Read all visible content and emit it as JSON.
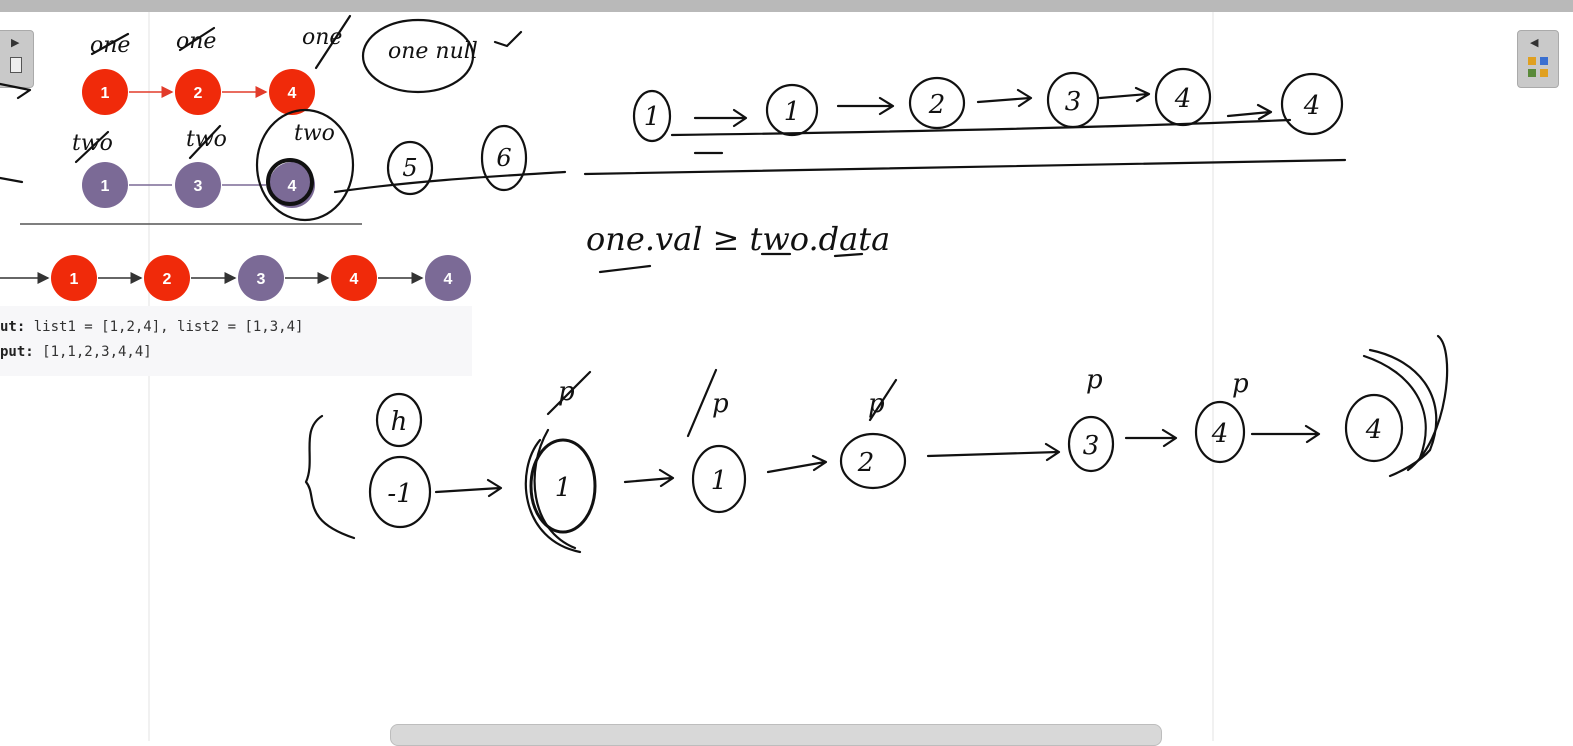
{
  "code_block": {
    "line1_label": "ut:",
    "line1_value": " list1 = [1,2,4], list2 = [1,3,4]",
    "line2_label": "put:",
    "line2_value": " [1,1,2,3,4,4]"
  },
  "list1_nodes": [
    "1",
    "2",
    "4"
  ],
  "list2_nodes": [
    "1",
    "3",
    "4"
  ],
  "merged_nodes": [
    "1",
    "2",
    "3",
    "4",
    "4"
  ],
  "colors": {
    "red_node": "#f02a0a",
    "purple_node": "#7b6a96",
    "red_arrow": "#e23b2a",
    "topbar": "#b9b9b9"
  },
  "handwriting": {
    "pointer_one": "one",
    "pointer_two": "two",
    "null_note": "one null",
    "extra_nodes": [
      "5",
      "6"
    ],
    "merged_top_row": [
      "1",
      "1",
      "2",
      "3",
      "4",
      "4"
    ],
    "condition": "one.val ≥ two.data",
    "head_label": "h",
    "dummy_value": "-1",
    "pointer_label": "p",
    "bottom_chain": [
      "1",
      "1",
      "2",
      "3",
      "4",
      "4"
    ]
  },
  "toolbars": {
    "left_arrow": "▶",
    "right_arrow": "◀"
  }
}
